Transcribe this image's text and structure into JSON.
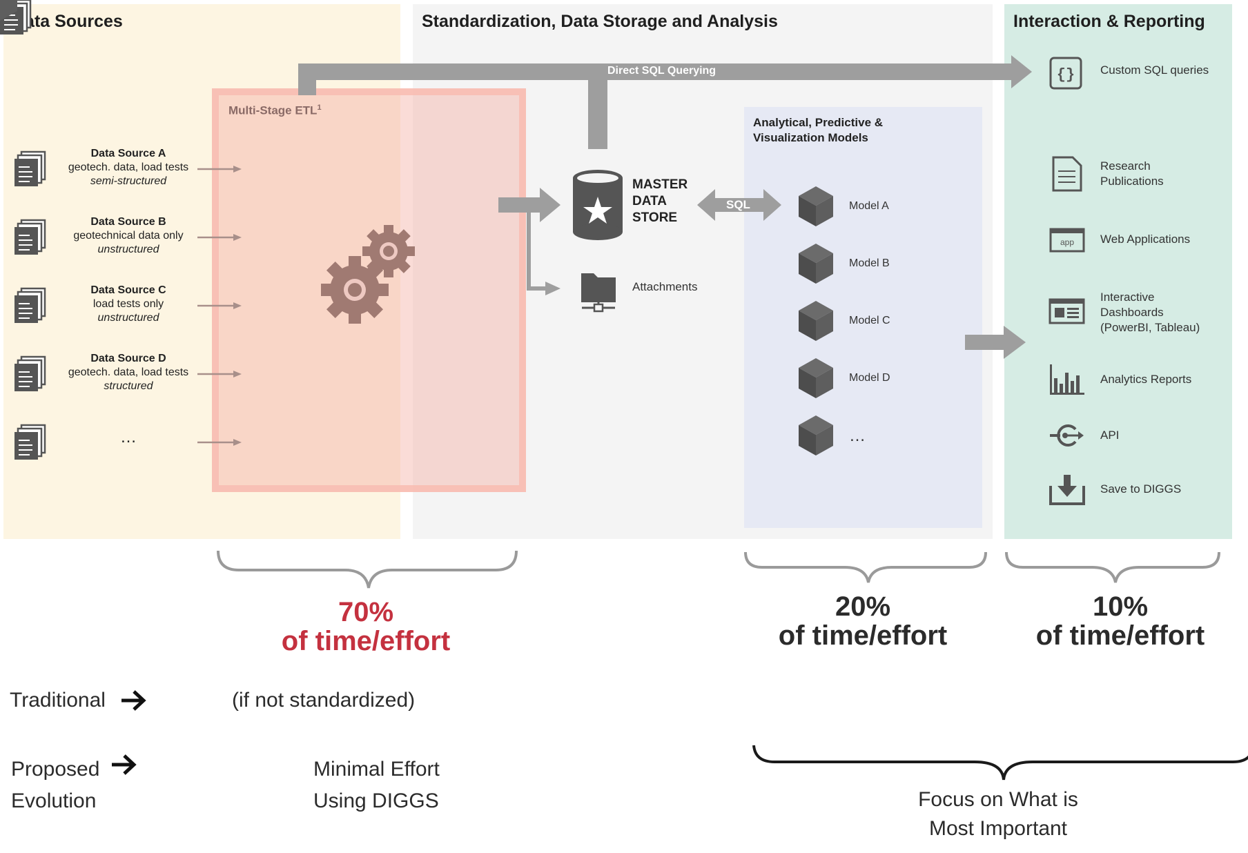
{
  "panels": {
    "data_sources": "Data Sources",
    "standardization": "Standardization, Data Storage and Analysis",
    "interaction": "Interaction & Reporting"
  },
  "etl": {
    "title": "Multi-Stage ETL",
    "sup": "1"
  },
  "direct_sql": "Direct SQL Querying",
  "sources": [
    {
      "name": "Data Source A",
      "desc": "geotech. data,  load tests",
      "type": "semi-structured"
    },
    {
      "name": "Data Source B",
      "desc": "geotechnical data only",
      "type": "unstructured"
    },
    {
      "name": "Data Source C",
      "desc": "load tests only",
      "type": "unstructured"
    },
    {
      "name": "Data Source D",
      "desc": "geotech. data,  load tests",
      "type": "structured"
    },
    {
      "name": "",
      "desc": "…",
      "type": ""
    }
  ],
  "master": {
    "line1": "MASTER",
    "line2": "DATA",
    "line3": "STORE"
  },
  "sql_label": "SQL",
  "attachments": "Attachments",
  "models_box": {
    "title_line1": "Analytical, Predictive &",
    "title_line2": "Visualization Models"
  },
  "models": [
    "Model A",
    "Model B",
    "Model C",
    "Model D",
    "…"
  ],
  "interaction_items": [
    {
      "icon": "code-braces-icon",
      "lines": [
        "Custom SQL queries"
      ]
    },
    {
      "icon": "document-icon",
      "lines": [
        "Research",
        "Publications"
      ]
    },
    {
      "icon": "app-window-icon",
      "icon_text": "app",
      "lines": [
        "Web Applications"
      ]
    },
    {
      "icon": "dashboard-icon",
      "lines": [
        "Interactive",
        "Dashboards",
        "(PowerBI, Tableau)"
      ]
    },
    {
      "icon": "bar-chart-icon",
      "lines": [
        "Analytics Reports"
      ]
    },
    {
      "icon": "api-plug-icon",
      "lines": [
        "API"
      ]
    },
    {
      "icon": "download-tray-icon",
      "lines": [
        "Save to DIGGS"
      ]
    }
  ],
  "effort": [
    {
      "pct": "70%",
      "label": "of time/effort",
      "color": "#c4313f"
    },
    {
      "pct": "20%",
      "label": "of time/effort",
      "color": "#2b2b2b"
    },
    {
      "pct": "10%",
      "label": "of time/effort",
      "color": "#2b2b2b"
    }
  ],
  "bottom": {
    "traditional": "Traditional",
    "traditional_note": "(if not standardized)",
    "proposed_line1": "Proposed",
    "proposed_line2": "Evolution",
    "minimal_line1": "Minimal Effort",
    "minimal_line2": "Using DIGGS",
    "focus_line1": "Focus on What is",
    "focus_line2": "Most Important"
  }
}
